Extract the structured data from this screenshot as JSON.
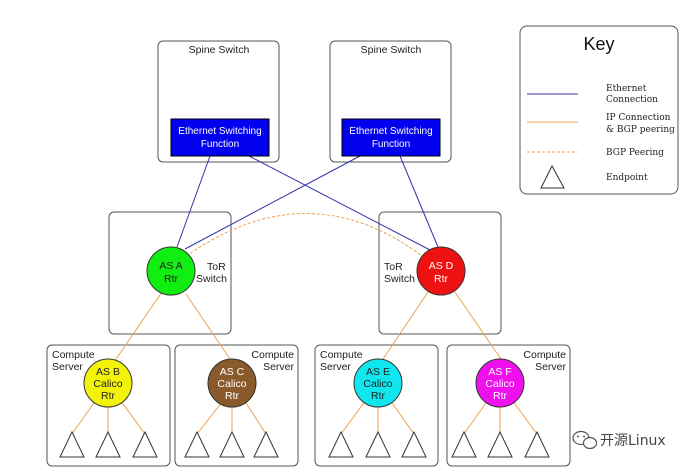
{
  "spines": [
    {
      "title": "Spine Switch",
      "function_line1": "Ethernet Switching",
      "function_line2": "Function"
    },
    {
      "title": "Spine Switch",
      "function_line1": "Ethernet Switching",
      "function_line2": "Function"
    }
  ],
  "tors": [
    {
      "label_line1": "ToR",
      "label_line2": "Switch",
      "router_line1": "AS A",
      "router_line2": "Rtr",
      "color": "#11ee11"
    },
    {
      "label_line1": "ToR",
      "label_line2": "Switch",
      "router_line1": "AS D",
      "router_line2": "Rtr",
      "color": "#ee1111"
    }
  ],
  "servers": [
    {
      "label_line1": "Compute",
      "label_line2": "Server",
      "router_line1": "AS B",
      "router_line2": "Calico",
      "router_line3": "Rtr",
      "color": "#f2f20a"
    },
    {
      "label_line1": "Compute",
      "label_line2": "Server",
      "router_line1": "AS C",
      "router_line2": "Calico",
      "router_line3": "Rtr",
      "color": "#8b5a2b"
    },
    {
      "label_line1": "Compute",
      "label_line2": "Server",
      "router_line1": "AS E",
      "router_line2": "Calico",
      "router_line3": "Rtr",
      "color": "#0fe6ee"
    },
    {
      "label_line1": "Compute",
      "label_line2": "Server",
      "router_line1": "AS F",
      "router_line2": "Calico",
      "router_line3": "Rtr",
      "color": "#ee11ee"
    }
  ],
  "key": {
    "title": "Key",
    "ethernet_line1": "Ethernet",
    "ethernet_line2": "Connection",
    "ip_line1": "IP Connection",
    "ip_line2": "& BGP peering",
    "bgp": "BGP Peering",
    "endpoint": "Endpoint"
  },
  "colors": {
    "ethernet": "#3333aa",
    "ip": "#f0a050",
    "bgp": "#f0a050",
    "function_box": "#0000ee"
  },
  "watermark": "开源Linux"
}
